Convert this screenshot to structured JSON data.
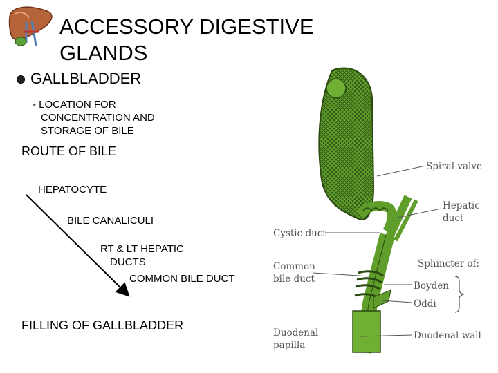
{
  "title": {
    "line1": "ACCESSORY DIGESTIVE",
    "line2": "GLANDS"
  },
  "bullet": {
    "label": "GALLBLADDER"
  },
  "location": {
    "line1": "- LOCATION FOR",
    "line2": "CONCENTRATION AND",
    "line3": "STORAGE OF BILE"
  },
  "route": {
    "title": "ROUTE OF BILE",
    "steps": {
      "hepatocyte": "HEPATOCYTE",
      "canaliculi": "BILE CANALICULI",
      "hepatic_line1": "RT & LT HEPATIC",
      "hepatic_line2": "DUCTS",
      "common": "COMMON BILE DUCT"
    }
  },
  "filling": "FILLING OF GALLBLADDER",
  "diagram_labels": {
    "spiral_valve": "Spiral valve",
    "hepatic_duct_1": "Hepatic",
    "hepatic_duct_2": "duct",
    "cystic_duct": "Cystic duct",
    "common_bile_1": "Common",
    "common_bile_2": "bile duct",
    "sphincter_of": "Sphincter of:",
    "boyden": "Boyden",
    "oddi": "Oddi",
    "duodenal_papilla_1": "Duodenal",
    "duodenal_papilla_2": "papilla",
    "duodenal_wall": "Duodenal wall"
  },
  "colors": {
    "diagram_green": "#5f9e2a",
    "diagram_dark": "#2b4a12",
    "label_gray": "#555555",
    "liver_brown": "#a0522d"
  },
  "icons": {
    "liver": "liver-icon",
    "arrow": "route-arrow"
  }
}
